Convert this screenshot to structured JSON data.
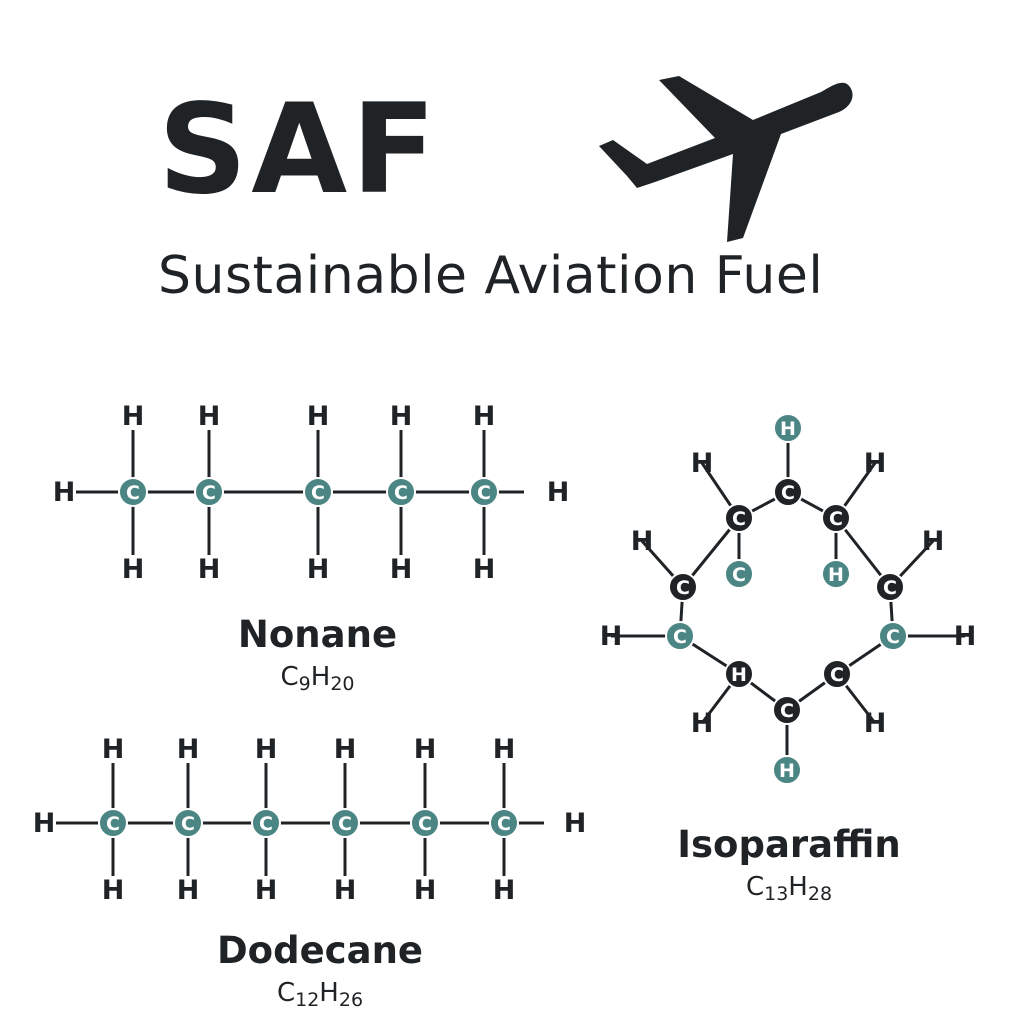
{
  "header": {
    "title": "SAF",
    "subtitle": "Sustainable Aviation Fuel",
    "airplane_icon": "airplane-icon"
  },
  "molecules": [
    {
      "id": "nonane",
      "name": "Nonane",
      "formula": {
        "element1": "C",
        "count1": "9",
        "element2": "H",
        "count2": "20"
      }
    },
    {
      "id": "dodecane",
      "name": "Dodecane",
      "formula": {
        "element1": "C",
        "count1": "12",
        "element2": "H",
        "count2": "26"
      }
    },
    {
      "id": "isoparaffin",
      "name": "Isoparaffin",
      "formula": {
        "element1": "C",
        "count1": "13",
        "element2": "H",
        "count2": "28"
      }
    }
  ],
  "atom_labels": {
    "carbon": "C",
    "hydrogen": "H"
  },
  "colors": {
    "teal_atom": "#4b8584",
    "dark_atom": "#1f2326",
    "text": "#1f2326",
    "bond": "#1f2326"
  }
}
